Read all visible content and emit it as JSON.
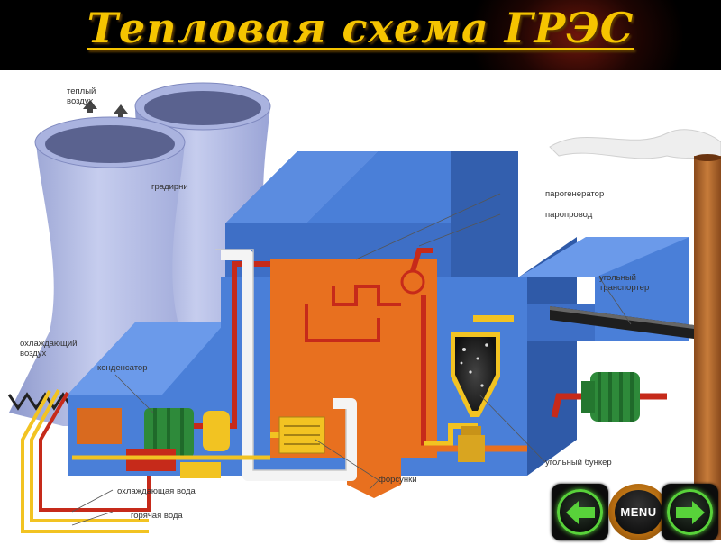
{
  "title": "Тепловая схема ГРЭС",
  "labels": {
    "warm_air": [
      "теплый",
      "воздух"
    ],
    "cooling_towers": "градирни",
    "cooling_air": [
      "охлаждающий",
      "воздух"
    ],
    "condenser": "конденсатор",
    "steam_generator": "парогенератор",
    "steam_pipe": "паропровод",
    "coal_conveyor": [
      "угольный",
      "транспортер"
    ],
    "coal_bunker": "угольный бункер",
    "burners": "форсунки",
    "cooling_water": "охлаждающая вода",
    "hot_water": "горячая вода"
  },
  "nav": {
    "menu_label": "MENU",
    "prev": "left-arrow-icon",
    "next": "right-arrow-icon"
  },
  "colors": {
    "title": "#f5c400",
    "building": "#4a7fd8",
    "boiler": "#e8701f",
    "pipe_red": "#c62a1a",
    "pipe_yellow": "#f2c322",
    "cooling_tower": "#b9c2e8",
    "chimney": "#b0602a",
    "nav_green": "#58d23a"
  }
}
